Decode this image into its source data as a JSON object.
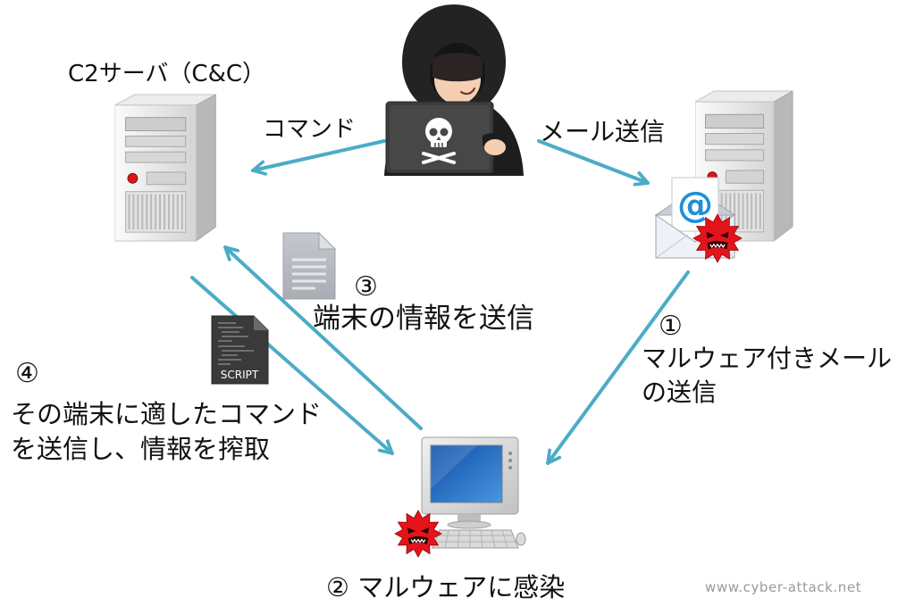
{
  "c2_server": {
    "label": "C2サーバ（C&C）",
    "icon": "server-icon"
  },
  "attacker": {
    "icon": "hacker-icon",
    "laptop_icon": "skull-icon"
  },
  "command_label": "コマンド",
  "mail_send_label": "メール送信",
  "mail_server": {
    "icon": "server-icon"
  },
  "mail_icon": {
    "symbol": "@",
    "icon": "email-envelope-icon"
  },
  "step1": {
    "number": "①",
    "line1": "マルウェア付きメール",
    "line2": "の送信"
  },
  "step2": {
    "label": "② マルウェアに感染"
  },
  "step3": {
    "number": "③",
    "label": "端末の情報を送信",
    "icon": "document-icon"
  },
  "step4": {
    "number": "④",
    "line1": "その端末に適したコマンド",
    "line2": "を送信し、情報を搾取"
  },
  "script_icon": {
    "label": "SCRIPT"
  },
  "victim_pc": {
    "icon": "desktop-computer-icon"
  },
  "malware_icon": "virus-icon",
  "watermark": "www.cyber-attack.net",
  "colors": {
    "arrow": "#4BACC6",
    "virus": "#E3141B",
    "text": "#111111"
  }
}
